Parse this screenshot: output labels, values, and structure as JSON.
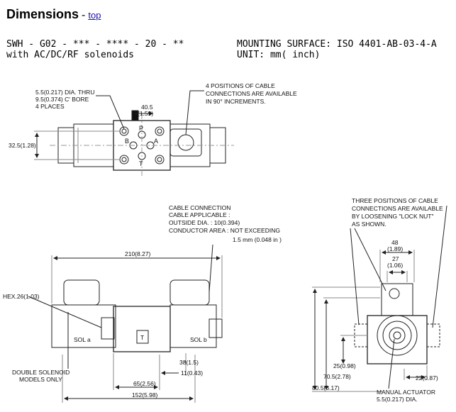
{
  "header": {
    "title": "Dimensions",
    "separator": "-",
    "top_link": "top"
  },
  "info": {
    "model": "SWH - G02 - *** - **** - 20 - **",
    "solenoids": "with AC/DC/RF solenoids",
    "mounting": "MOUNTING SURFACE: ISO 4401-AB-03-4-A",
    "unit": "UNIT: mm( inch)"
  },
  "top_view": {
    "holes_note": [
      "5.5(0.217) DIA. THRU",
      "9.5(0.374) C' BORE",
      "4 PLACES"
    ],
    "dim_40_5": [
      "40.5",
      "(1.59)"
    ],
    "dim_32_5": "32.5(1.28)",
    "cable_note": [
      "4 POSITIONS OF CABLE",
      "CONNECTIONS ARE AVAILABLE",
      "IN 90° INCREMENTS."
    ],
    "ports": [
      "P",
      "T",
      "A",
      "B"
    ]
  },
  "front_view": {
    "cable_note": [
      "CABLE CONNECTION",
      "CABLE APPLICABLE :",
      "OUTSIDE DIA. : 10(0.394)",
      "CONDUCTOR AREA : NOT EXCEEDING",
      "1.5 mm  (0.048 in )"
    ],
    "overall": "210(8.27)",
    "hex": "HEX.26(1.03)",
    "sol_a": "SOL  a",
    "sol_b": "SOL  b",
    "t_mark": "T",
    "dim_38": "38(1.5)",
    "dim_11": "11(0.43)",
    "dim_65": "65(2.56)",
    "dim_152": "152(5.98)",
    "double_note": [
      "DOUBLE SOLENOID",
      "MODELS ONLY"
    ]
  },
  "side_view": {
    "lock_note": [
      "THREE POSITIONS OF CABLE",
      "CONNECTIONS ARE AVAILABLE",
      "BY LOOSENING \"LOCK NUT\"",
      "AS SHOWN."
    ],
    "dim_48": [
      "48",
      "(1.89)"
    ],
    "dim_27": [
      "27",
      "(1.06)"
    ],
    "dim_25": "25(0.98)",
    "dim_70_5": "70.5(2.78)",
    "dim_80_5": "80.5(3.17)",
    "dim_22": "22(0.87)",
    "manual_note": [
      "MANUAL ACTUATOR",
      "5.5(0.217) DIA."
    ]
  }
}
